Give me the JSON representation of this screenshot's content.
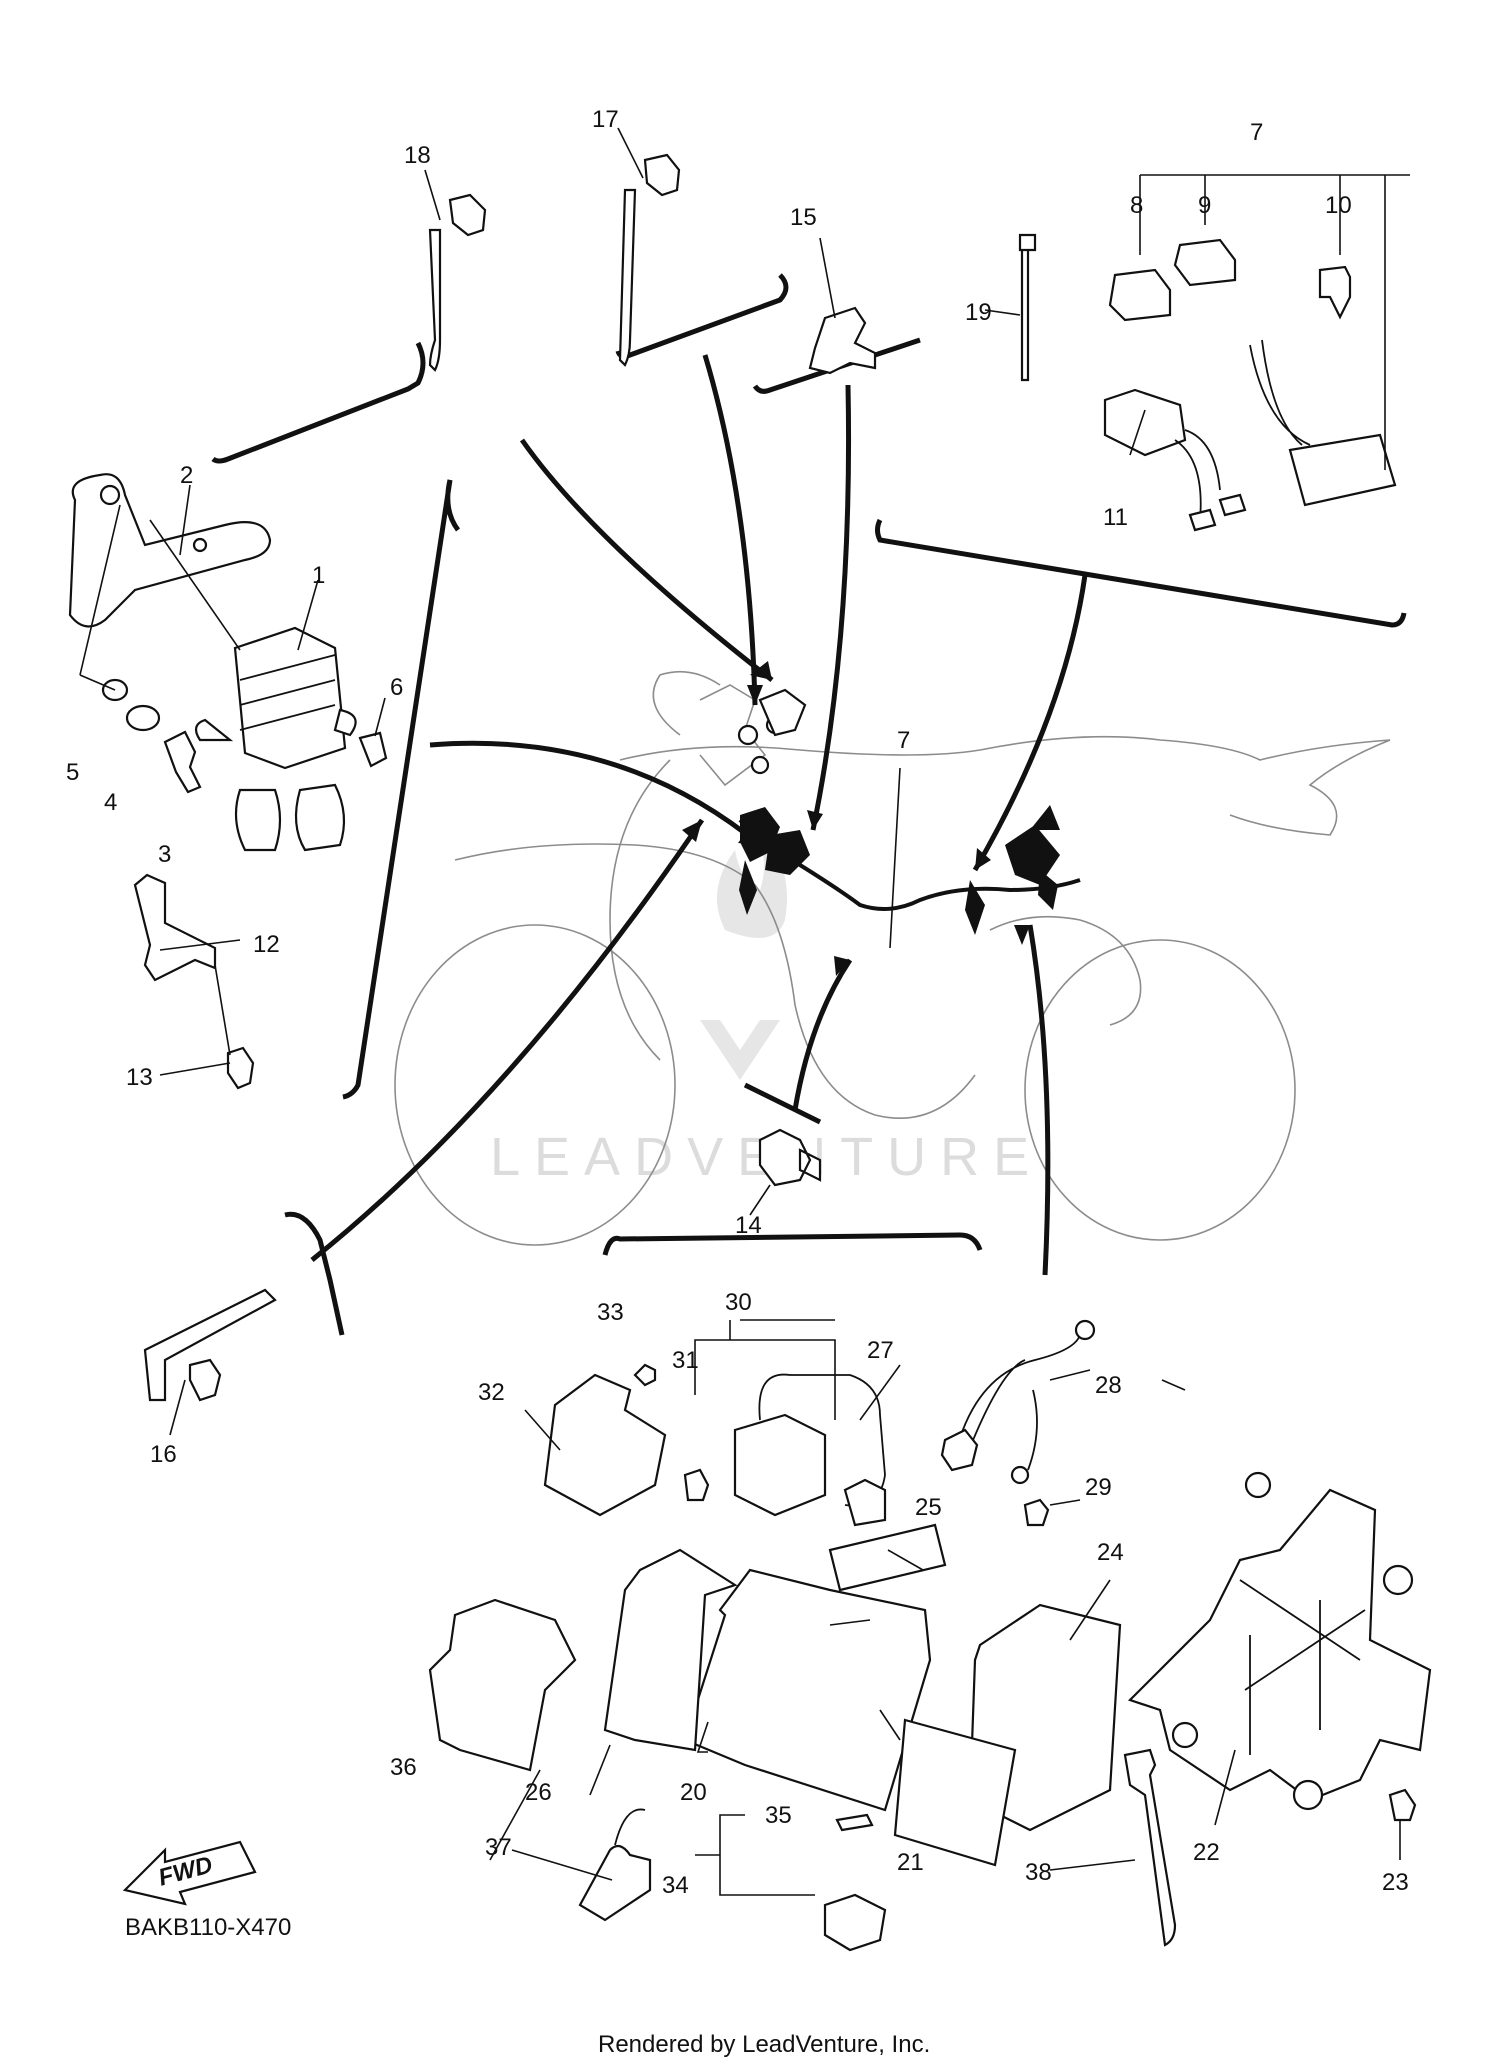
{
  "diagram_code": "BAKB110-X470",
  "footer": "Rendered by LeadVenture, Inc.",
  "watermark": "LEADVENTURE",
  "fwd_label": "FWD",
  "callouts": [
    {
      "id": "1",
      "label": "1"
    },
    {
      "id": "2",
      "label": "2"
    },
    {
      "id": "3",
      "label": "3"
    },
    {
      "id": "4",
      "label": "4"
    },
    {
      "id": "5",
      "label": "5"
    },
    {
      "id": "6",
      "label": "6"
    },
    {
      "id": "7a",
      "label": "7"
    },
    {
      "id": "7b",
      "label": "7"
    },
    {
      "id": "8",
      "label": "8"
    },
    {
      "id": "9",
      "label": "9"
    },
    {
      "id": "10",
      "label": "10"
    },
    {
      "id": "11",
      "label": "11"
    },
    {
      "id": "12",
      "label": "12"
    },
    {
      "id": "13",
      "label": "13"
    },
    {
      "id": "14",
      "label": "14"
    },
    {
      "id": "15",
      "label": "15"
    },
    {
      "id": "16",
      "label": "16"
    },
    {
      "id": "17",
      "label": "17"
    },
    {
      "id": "18",
      "label": "18"
    },
    {
      "id": "19",
      "label": "19"
    },
    {
      "id": "20",
      "label": "20"
    },
    {
      "id": "21",
      "label": "21"
    },
    {
      "id": "22",
      "label": "22"
    },
    {
      "id": "23",
      "label": "23"
    },
    {
      "id": "24",
      "label": "24"
    },
    {
      "id": "25",
      "label": "25"
    },
    {
      "id": "26",
      "label": "26"
    },
    {
      "id": "27",
      "label": "27"
    },
    {
      "id": "28",
      "label": "28"
    },
    {
      "id": "29",
      "label": "29"
    },
    {
      "id": "30",
      "label": "30"
    },
    {
      "id": "31",
      "label": "31"
    },
    {
      "id": "32",
      "label": "32"
    },
    {
      "id": "33",
      "label": "33"
    },
    {
      "id": "34",
      "label": "34"
    },
    {
      "id": "35",
      "label": "35"
    },
    {
      "id": "36",
      "label": "36"
    },
    {
      "id": "37",
      "label": "37"
    },
    {
      "id": "38",
      "label": "38"
    }
  ]
}
